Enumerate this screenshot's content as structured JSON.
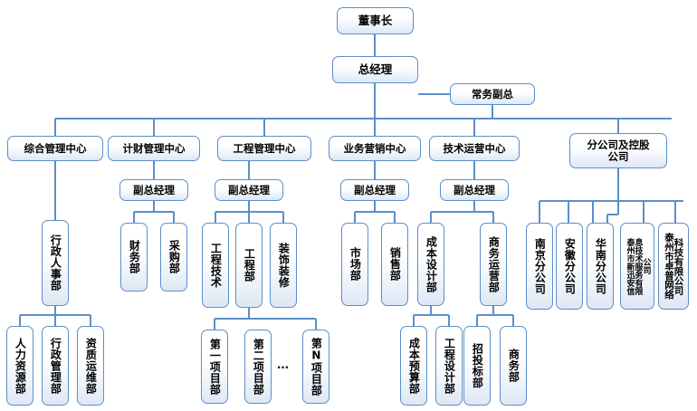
{
  "chart_data": {
    "type": "diagram",
    "title": "组织架构图",
    "orientation": "top-down",
    "accent_color": "#5b8fc9",
    "node_fill": "#dde7f4"
  },
  "nodes": {
    "chairman": "董事长",
    "general_manager": "总经理",
    "executive_vice": "常务副总",
    "center_general": "综合管理中心",
    "center_finance": "计财管理中心",
    "center_engineering": "工程管理中心",
    "center_marketing": "业务营销中心",
    "center_tech_ops": "技术运营中心",
    "branch_holding": "分公司及控股公司",
    "vice_gm_1": "副总经理",
    "vice_gm_2": "副总经理",
    "vice_gm_3": "副总经理",
    "vice_gm_4": "副总经理",
    "admin_hr": "行政人事部",
    "finance_dept": "财务部",
    "purchase_dept": "采购部",
    "eng_tech": "工程技术",
    "eng_dept": "工程部",
    "decoration": "装饰装修",
    "market_dept": "市场部",
    "sales_dept": "销售部",
    "cost_design_dept": "成本设计部",
    "business_ops_dept": "商务运营部",
    "branch_nanjing": "南京分公司",
    "branch_anhui": "安徽分公司",
    "branch_huanan": "华南分公司",
    "branch_xinxun": "泰州市新迅安信息技术服务有限公司",
    "branch_zhuopu": "泰州市卓普网络科技有限公司",
    "hr_dept": "人力资源部",
    "admin_mgmt_dept": "行政管理部",
    "qualification_dept": "资质运维部",
    "project_1": "第一项目部",
    "project_2": "第二项目部",
    "project_n": "第N项目部",
    "project_ellipsis": "…",
    "cost_budget_dept": "成本预算部",
    "eng_design_dept": "工程设计部",
    "bidding_dept": "招投标部",
    "business_dept": "商务部"
  },
  "branch_xinxun_lines": {
    "line1": "泰州市新迅安信",
    "line2": "息技术服务有限",
    "line3": "公司"
  },
  "branch_zhuopu_lines": {
    "line1": "泰州市卓普网络",
    "line2": "科技有限公司"
  },
  "branch_holding_lines": {
    "line1": "分公司及控股",
    "line2": "公司"
  }
}
